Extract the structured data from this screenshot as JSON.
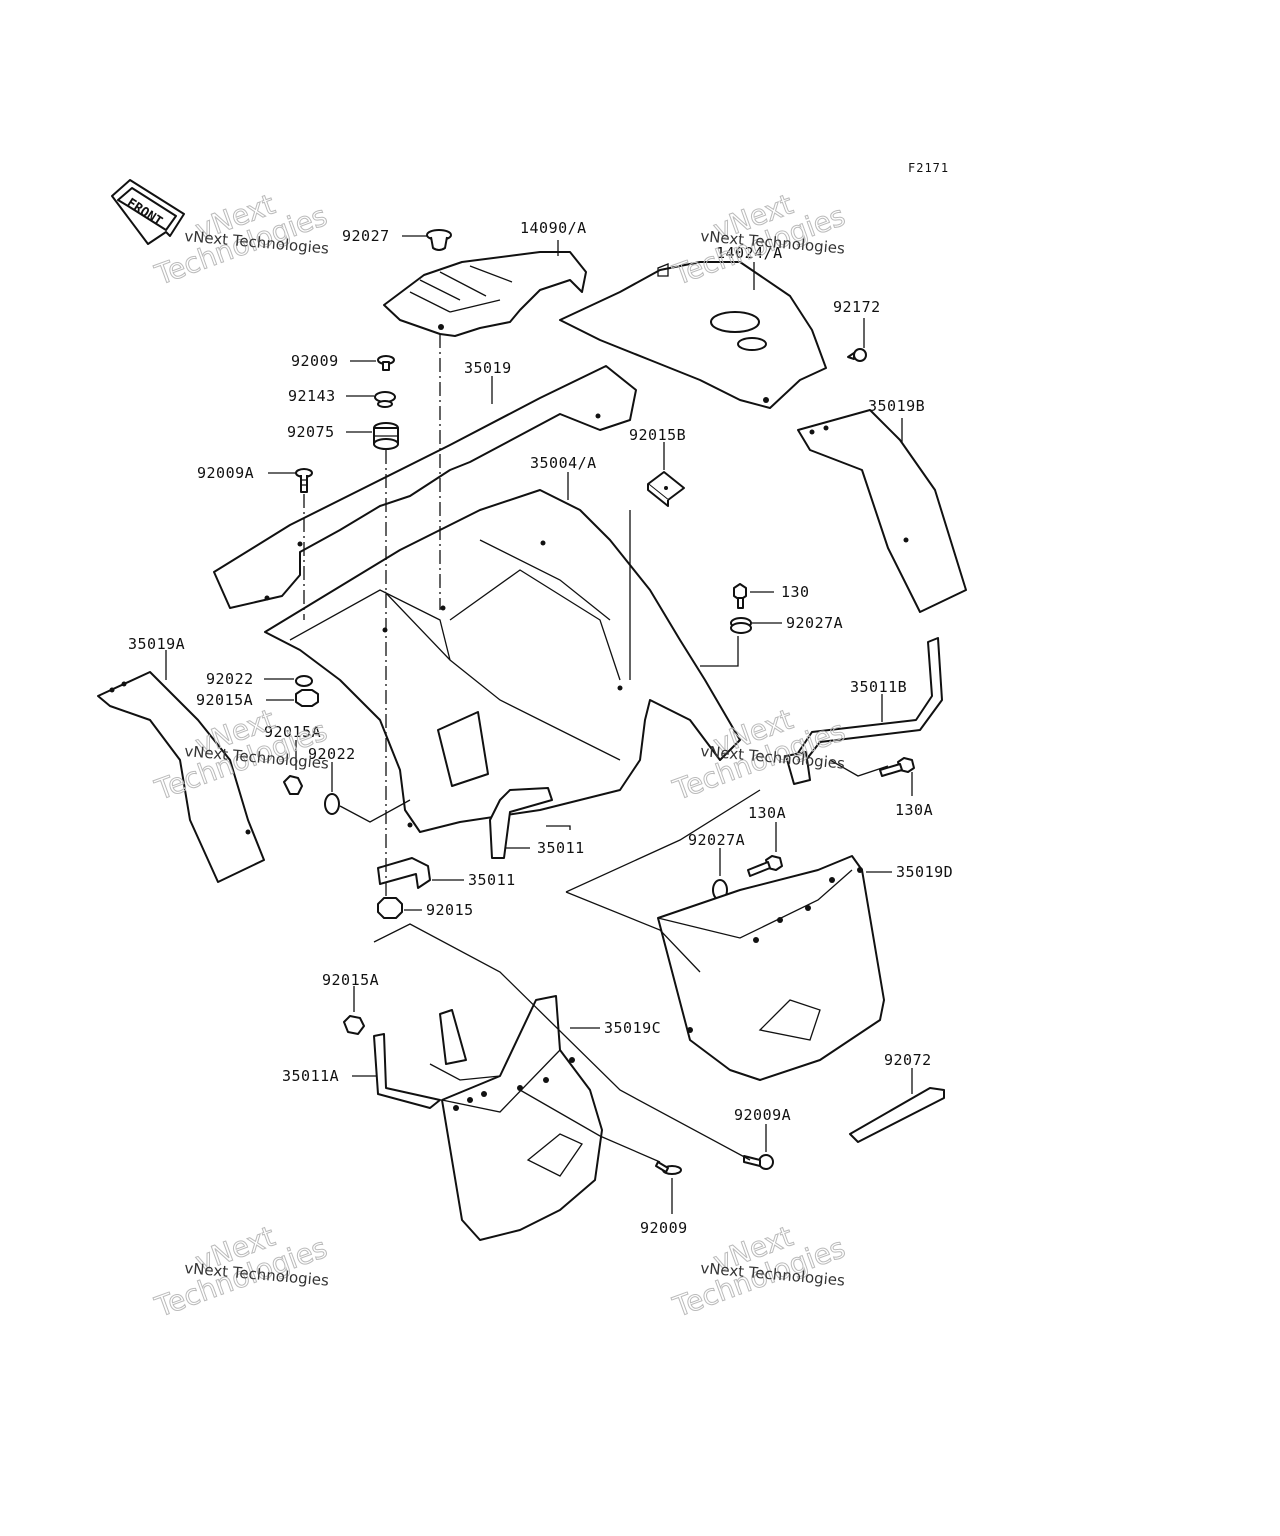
{
  "figure_id": "F2171",
  "front_badge": "FRONT",
  "watermark": {
    "line1": "vNext Technologies",
    "line2": "vNext",
    "line3": "Technologies"
  },
  "labels": {
    "p92027": "92027",
    "p14090A": "14090/A",
    "p14024A": "14024/A",
    "p92172": "92172",
    "p92009": "92009",
    "p92143": "92143",
    "p35019": "35019",
    "p92075": "92075",
    "p35019B": "35019B",
    "p92015B": "92015B",
    "p35004A": "35004/A",
    "p92009A_top": "92009A",
    "p130": "130",
    "p92027A_mid": "92027A",
    "p35019A": "35019A",
    "p35011B": "35011B",
    "p92022_a": "92022",
    "p92015A_a": "92015A",
    "p92015A_b": "92015A",
    "p92022_b": "92022",
    "p130A_right": "130A",
    "p130A_low": "130A",
    "p92027A_low": "92027A",
    "p35019D": "35019D",
    "p35011_a": "35011",
    "p35011_b": "35011",
    "p92015": "92015",
    "p92015A_c": "92015A",
    "p35019C": "35019C",
    "p35011A": "35011A",
    "p92072": "92072",
    "p92009A_low": "92009A",
    "p92009_low": "92009"
  }
}
